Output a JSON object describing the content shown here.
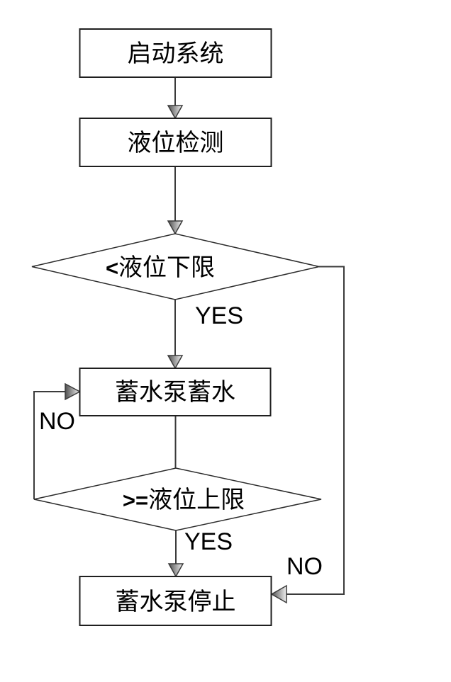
{
  "flowchart": {
    "background": "#ffffff",
    "colors": {
      "connector": "#3b3b3b",
      "node_border": "#1f1f1f",
      "decision_border": "#2b2b2b",
      "node_fill": "#ffffff",
      "text": "#000000",
      "arrow_dark": "#4f4f4f",
      "arrow_light": "#f2f2f2"
    },
    "nodes": {
      "start": {
        "label": "启动系统"
      },
      "level_detect": {
        "label": "液位检测"
      },
      "decision_lower": {
        "operator": "<",
        "label": "液位下限"
      },
      "pump_store": {
        "label": "蓄水泵蓄水"
      },
      "decision_upper": {
        "operator": ">=",
        "label": "液位上限"
      },
      "pump_stop": {
        "label": "蓄水泵停止"
      }
    },
    "edges": {
      "lower_yes": "YES",
      "lower_no": "NO",
      "upper_yes": "YES",
      "upper_no": "NO"
    }
  }
}
